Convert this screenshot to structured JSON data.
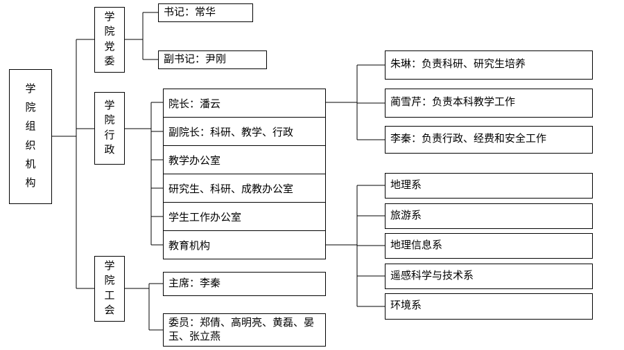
{
  "diagram": {
    "root_label": "学院组织机构",
    "party": {
      "label": "学院党委",
      "secretary": "书记：常华",
      "deputy_secretary": "副书记：尹刚"
    },
    "admin": {
      "label": "学院行政",
      "rows": [
        "院长：潘云",
        "副院长：科研、教学、行政",
        "教学办公室",
        "研究生、科研、成教办公室",
        "学生工作办公室",
        "教育机构"
      ],
      "dean_staff": [
        "朱琳：负责科研、研究生培养",
        "蔺雪芹：负责本科教学工作",
        "李秦：负责行政、经费和安全工作"
      ],
      "departments": [
        "地理系",
        "旅游系",
        "地理信息系",
        "遥感科学与技术系",
        "环境系"
      ]
    },
    "union": {
      "label": "学院工会",
      "chairman": "主席：李秦",
      "members": "委员：郑倩、高明亮、黄磊、晏玉、张立燕"
    }
  }
}
